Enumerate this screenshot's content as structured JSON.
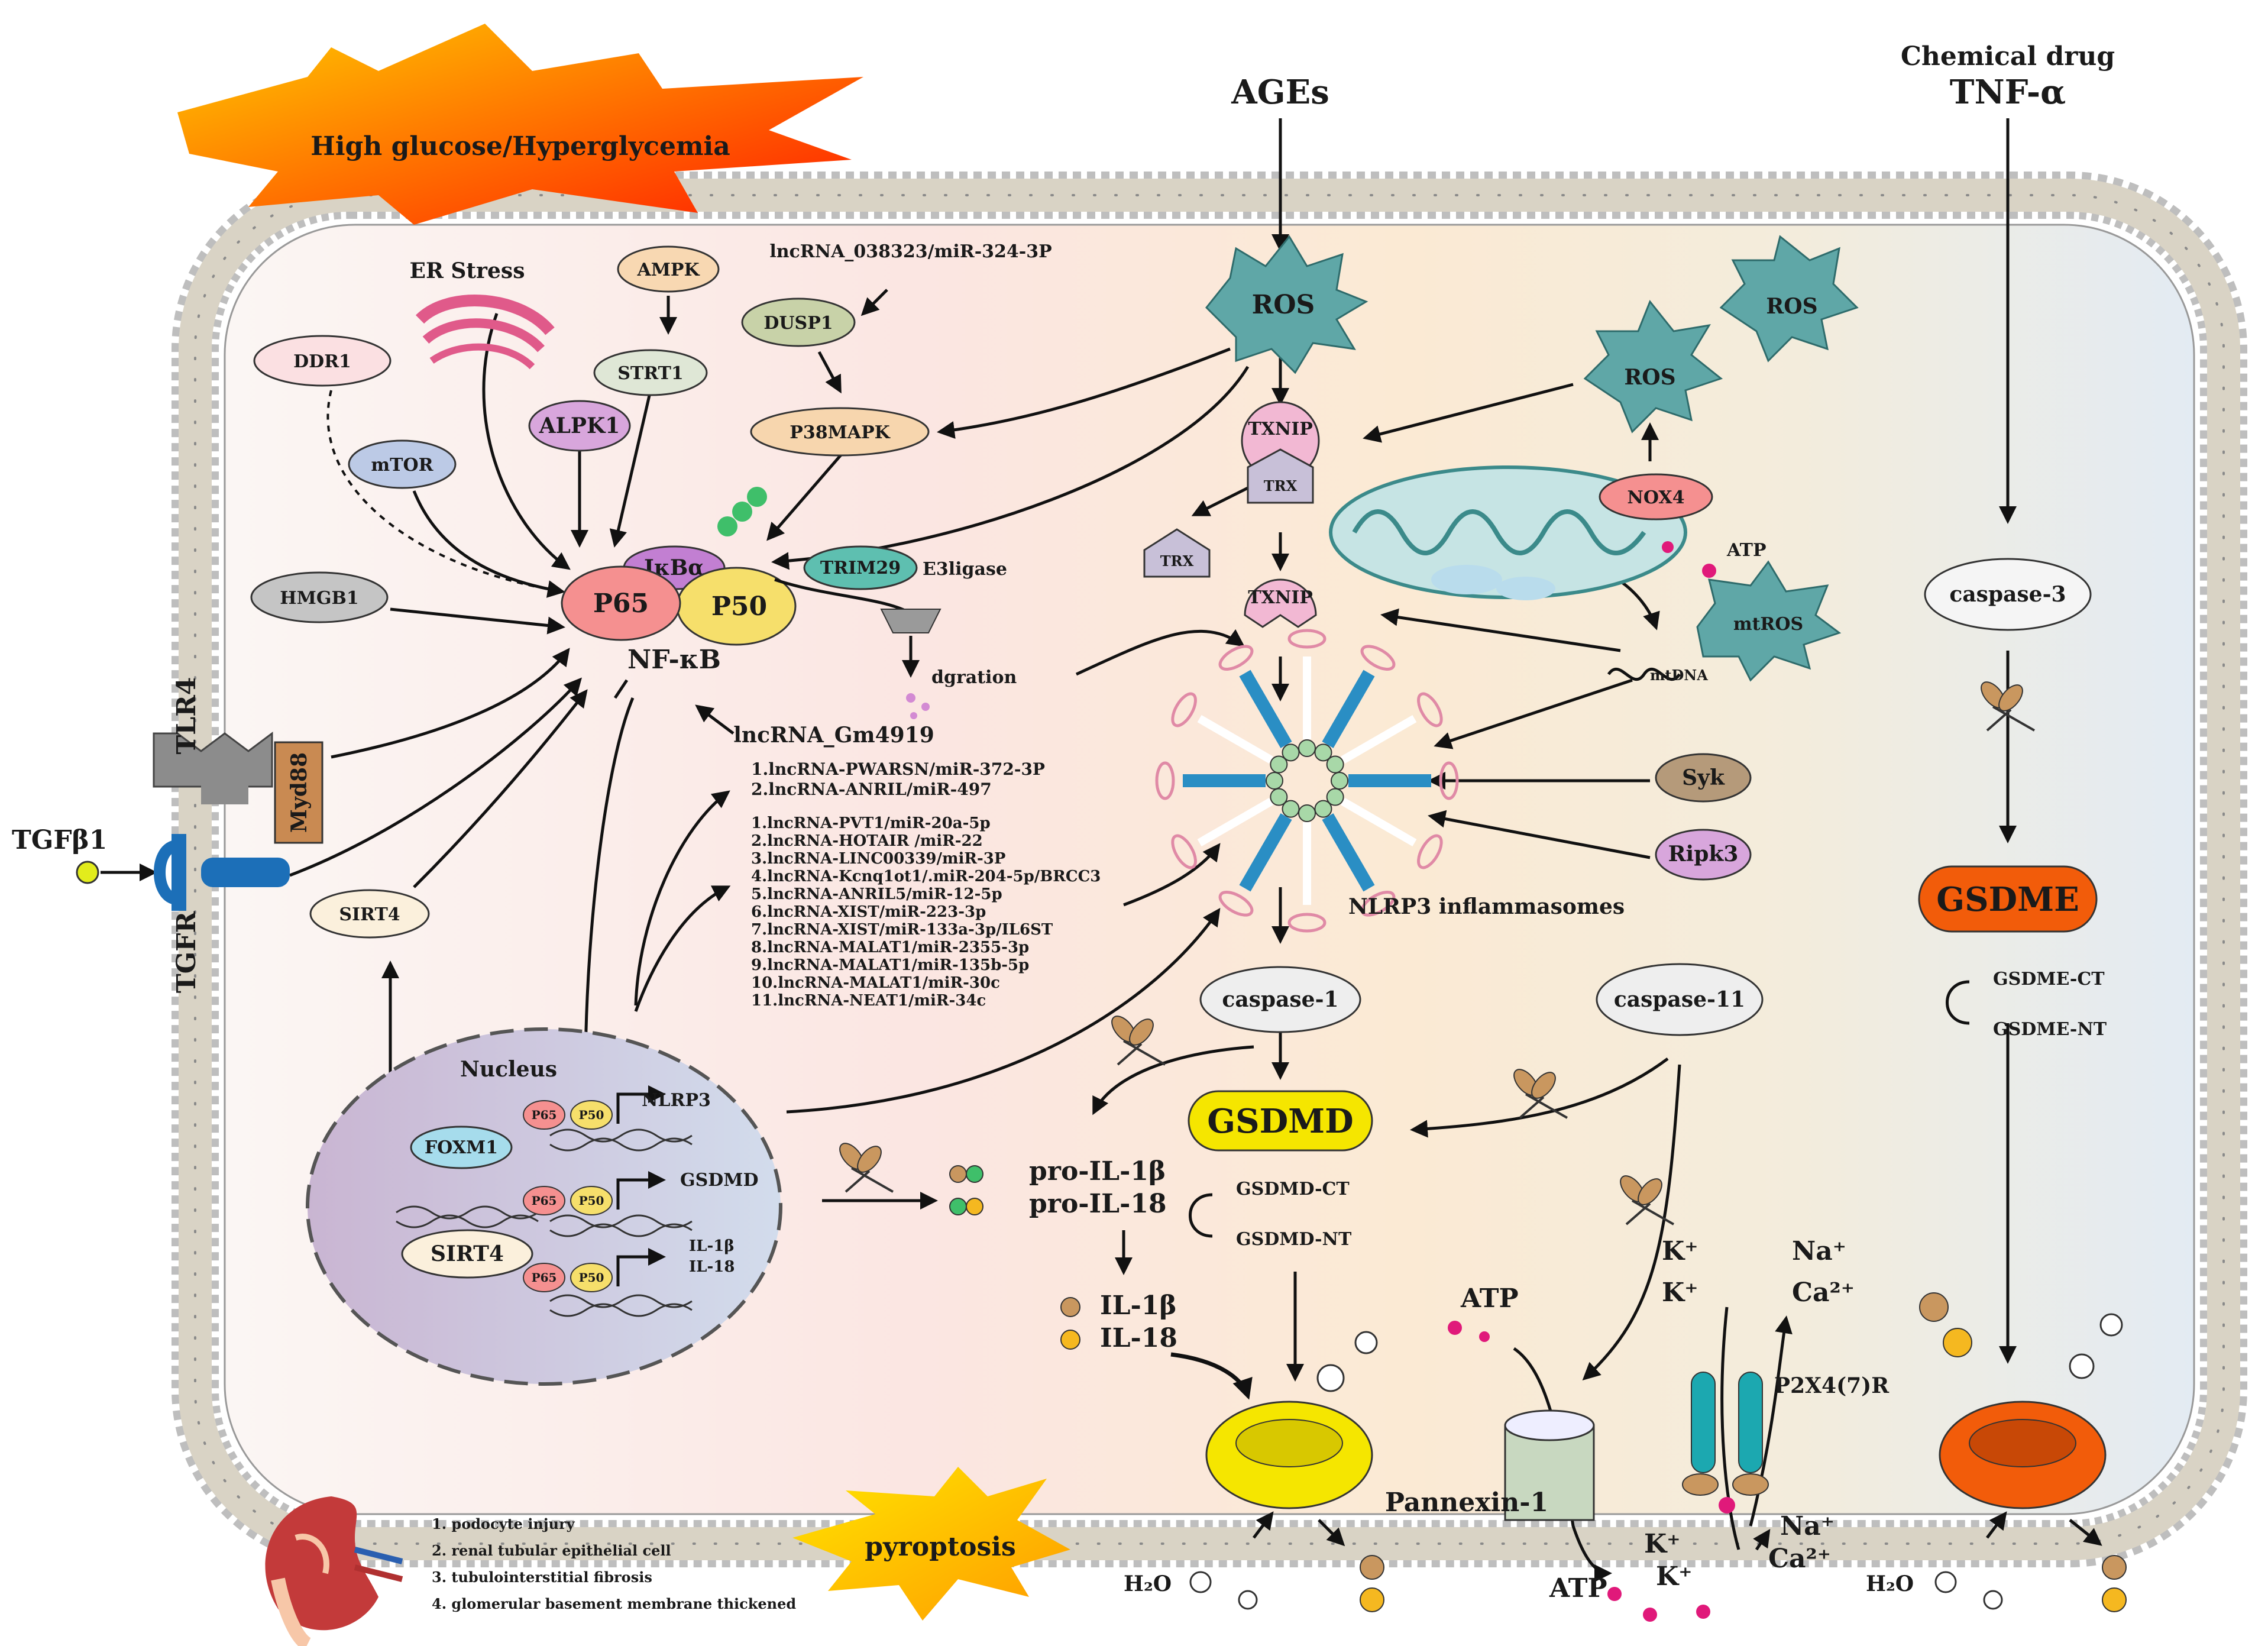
{
  "stimuli": {
    "high_glucose": "High glucose/Hyperglycemia",
    "ages": "AGEs",
    "chemical_drug": "Chemical drug",
    "tnf": "TNF-α"
  },
  "left_pathway": {
    "er_stress": "ER Stress",
    "ampk": "AMPK",
    "ddr1": "DDR1",
    "strt1": "STRT1",
    "alpk1": "ALPK1",
    "mtor": "mTOR",
    "hmgb1": "HMGB1",
    "ikba": "IκBα",
    "p65": "P65",
    "p50": "P50",
    "nfkb": "NF-κB",
    "dusp1": "DUSP1",
    "p38mapk": "P38MAPK",
    "lnc_038323": "lncRNA_038323/miR-324-3P",
    "trim29": "TRIM29",
    "e3_ligase": "E3ligase",
    "degration": "dgration",
    "lnc_gm4919": "lncRNA_Gm4919",
    "tlr4": "TLR4",
    "myd88": "Myd88",
    "tgfb1": "TGFβ1",
    "tgfr": "TGFR",
    "sirt4_cyto": "SIRT4"
  },
  "lncrna_list_1": [
    "1.lncRNA-PWARSN/miR-372-3P",
    "2.lncRNA-ANRIL/miR-497"
  ],
  "lncrna_list_2": [
    "1.lncRNA-PVT1/miR-20a-5p",
    "2.lncRNA-HOTAIR /miR-22",
    "3.lncRNA-LINC00339/miR-3P",
    "4.lncRNA-Kcnq1ot1/.miR-204-5p/BRCC3",
    "5.lncRNA-ANRIL5/miR-12-5p",
    "6.lncRNA-XIST/miR-223-3p",
    "7.lncRNA-XIST/miR-133a-3p/IL6ST",
    "8.lncRNA-MALAT1/miR-2355-3p",
    "9.lncRNA-MALAT1/miR-135b-5p",
    "10.lncRNA-MALAT1/miR-30c",
    "11.lncRNA-NEAT1/miR-34c"
  ],
  "nucleus": {
    "title": "Nucleus",
    "foxm1": "FOXM1",
    "sirt4": "SIRT4",
    "p65": "P65",
    "p50": "P50",
    "nlrp3": "NLRP3",
    "gsdmd": "GSDMD",
    "il1b": "IL-1β",
    "il18": "IL-18"
  },
  "ros_pathway": {
    "ros": "ROS",
    "txnip": "TXNIP",
    "trx": "TRX",
    "nox4": "NOX4",
    "atp": "ATP",
    "mtros": "mtROS",
    "mtdna": "mtDNA",
    "syk": "Syk",
    "ripk3": "Ripk3",
    "nlrp3_inflammasomes": "NLRP3 inflammasomes"
  },
  "pyroptosis": {
    "caspase1": "caspase-1",
    "caspase11": "caspase-11",
    "caspase3": "caspase-3",
    "gsdmd": "GSDMD",
    "gsdme": "GSDME",
    "gsdmd_ct": "GSDMD-CT",
    "gsdmd_nt": "GSDMD-NT",
    "gsdme_ct": "GSDME-CT",
    "gsdme_nt": "GSDME-NT",
    "pro_il1b": "pro-IL-1β",
    "pro_il18": "pro-IL-18",
    "il1b": "IL-1β",
    "il18": "IL-18",
    "pyroptosis": "pyroptosis",
    "pannexin": "Pannexin-1",
    "p2x": "P2X4(7)R",
    "atp_in": "ATP",
    "atp_out": "ATP",
    "k_plus": "K⁺",
    "na_plus": "Na⁺",
    "ca2_plus": "Ca²⁺",
    "h2o": "H₂O"
  },
  "kidney_notes": [
    "1. podocyte injury",
    "2. renal tubular epithelial cell",
    "3. tubulointerstitial fibrosis",
    "4. glomerular basement membrane thickened"
  ],
  "colors": {
    "gsdmd": "#f5e600",
    "gsdme": "#f25c0a",
    "ros": "#5aa8a8",
    "cell_left": "#fbf1f1",
    "cell_mid": "#fbe9e2",
    "cell_right": "#e4ecf4"
  }
}
